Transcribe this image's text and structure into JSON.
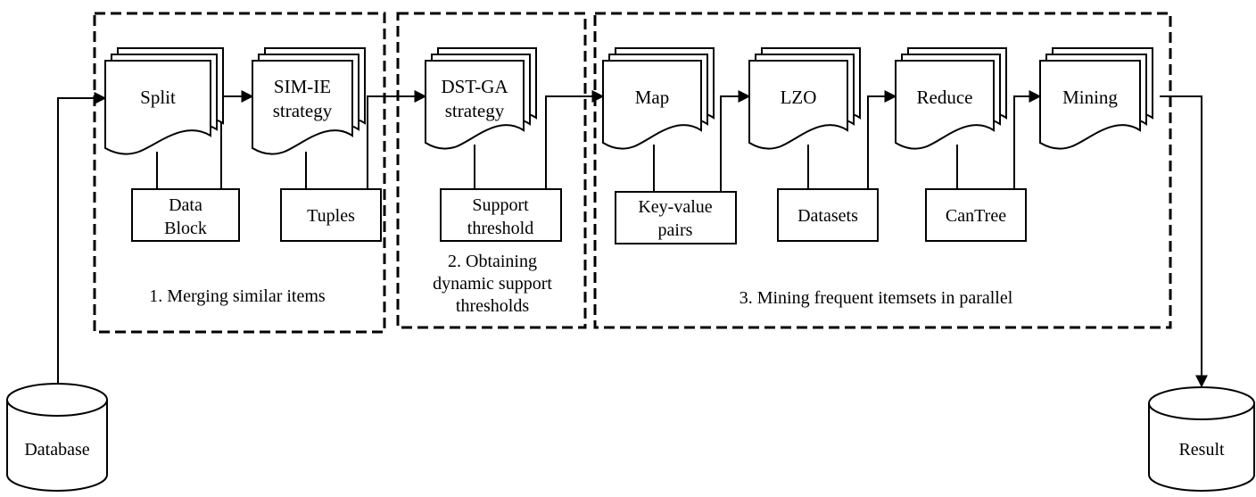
{
  "stages": {
    "merge": "1. Merging similar items",
    "dst": [
      "2. Obtaining",
      "dynamic support",
      "thresholds"
    ],
    "mining": "3. Mining frequent itemsets in parallel"
  },
  "docs": {
    "split": [
      "Split"
    ],
    "simie": [
      "SIM-IE",
      "strategy"
    ],
    "dstga": [
      "DST-GA",
      "strategy"
    ],
    "map": [
      "Map"
    ],
    "lzo": [
      "LZO"
    ],
    "reduce": [
      "Reduce"
    ],
    "mining": [
      "Mining"
    ]
  },
  "boxes": {
    "datablock": [
      "Data",
      "Block"
    ],
    "tuples": [
      "Tuples"
    ],
    "support": [
      "Support",
      "threshold"
    ],
    "keyvalue": [
      "Key-value",
      "pairs"
    ],
    "datasets": [
      "Datasets"
    ],
    "cantree": [
      "CanTree"
    ]
  },
  "stores": {
    "database": "Database",
    "result": "Result"
  }
}
